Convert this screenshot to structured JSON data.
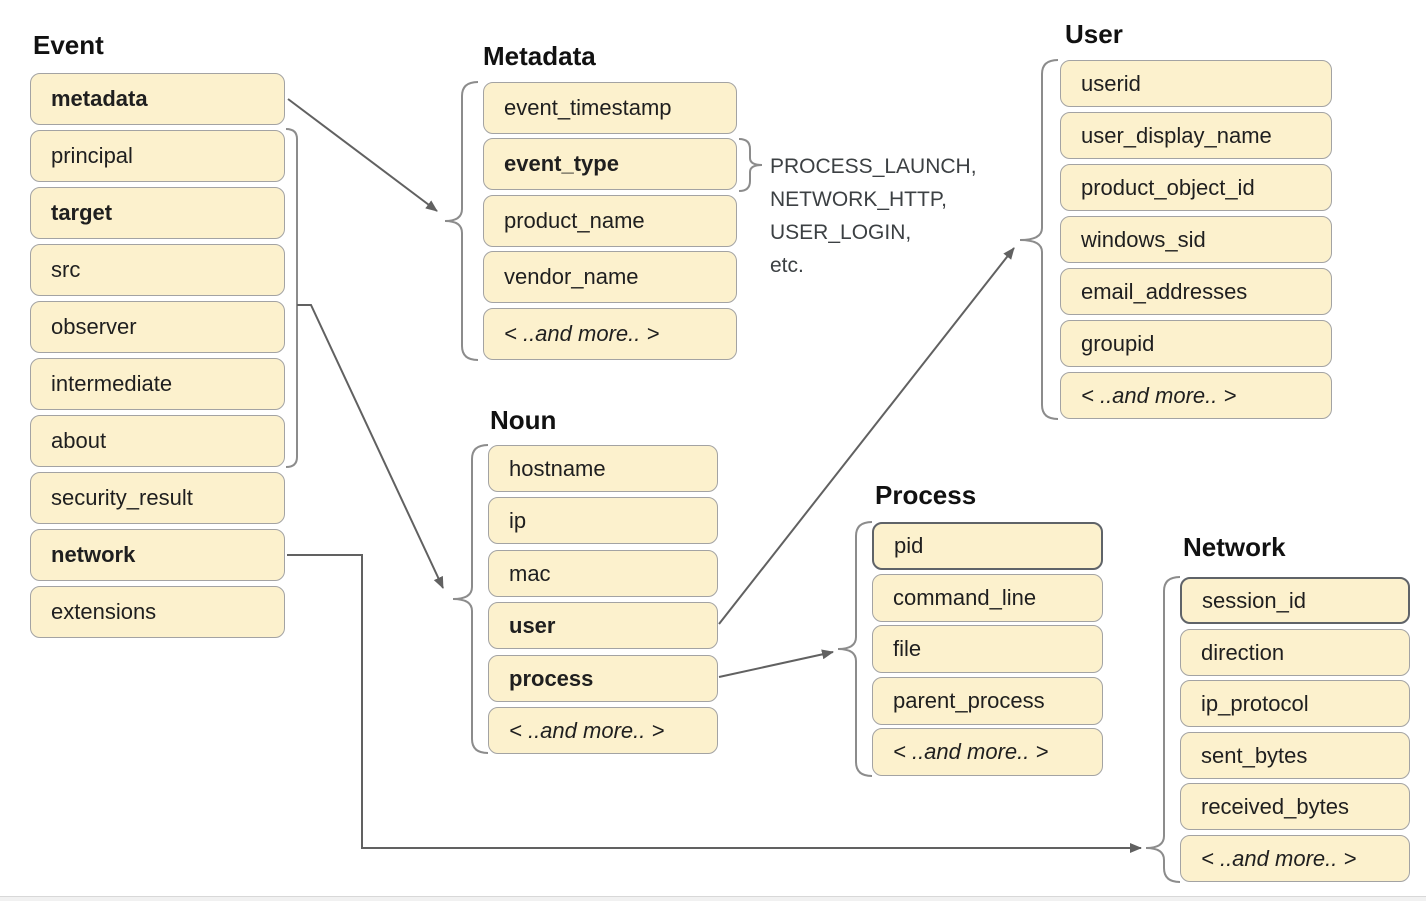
{
  "colors": {
    "box_fill": "#fcf1cd",
    "box_border": "#a3a3a3",
    "box_border_strong": "#5f6368",
    "connector": "#616161",
    "brace": "#8c8c8c",
    "text": "#1f1f1f",
    "annotation_text": "#3c4043"
  },
  "diagram": {
    "event": {
      "title": "Event",
      "fields": [
        {
          "label": "metadata"
        },
        {
          "label": "principal"
        },
        {
          "label": "target"
        },
        {
          "label": "src"
        },
        {
          "label": "observer"
        },
        {
          "label": "intermediate"
        },
        {
          "label": "about"
        },
        {
          "label": "security_result"
        },
        {
          "label": "network"
        },
        {
          "label": "extensions"
        }
      ]
    },
    "metadata": {
      "title": "Metadata",
      "fields": [
        {
          "label": "event_timestamp"
        },
        {
          "label": "event_type"
        },
        {
          "label": "product_name"
        },
        {
          "label": "vendor_name"
        },
        {
          "label": "< ..and more.. >"
        }
      ]
    },
    "noun": {
      "title": "Noun",
      "fields": [
        {
          "label": "hostname"
        },
        {
          "label": "ip"
        },
        {
          "label": "mac"
        },
        {
          "label": "user"
        },
        {
          "label": "process"
        },
        {
          "label": "< ..and more.. >"
        }
      ]
    },
    "user": {
      "title": "User",
      "fields": [
        {
          "label": "userid"
        },
        {
          "label": "user_display_name"
        },
        {
          "label": "product_object_id"
        },
        {
          "label": "windows_sid"
        },
        {
          "label": "email_addresses"
        },
        {
          "label": "groupid"
        },
        {
          "label": "< ..and more.. >"
        }
      ]
    },
    "process": {
      "title": "Process",
      "fields": [
        {
          "label": "pid"
        },
        {
          "label": "command_line"
        },
        {
          "label": "file"
        },
        {
          "label": "parent_process"
        },
        {
          "label": "< ..and more.. >"
        }
      ]
    },
    "network": {
      "title": "Network",
      "fields": [
        {
          "label": "session_id"
        },
        {
          "label": "direction"
        },
        {
          "label": "ip_protocol"
        },
        {
          "label": "sent_bytes"
        },
        {
          "label": "received_bytes"
        },
        {
          "label": "< ..and more.. >"
        }
      ]
    }
  },
  "annotation": {
    "lines": [
      "PROCESS_LAUNCH,",
      "NETWORK_HTTP,",
      "USER_LOGIN,",
      "etc."
    ]
  }
}
